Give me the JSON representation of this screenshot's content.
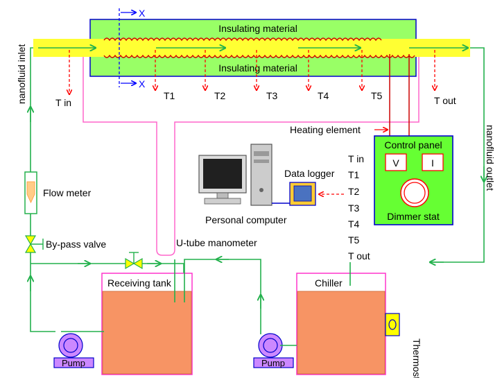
{
  "labels": {
    "insulating_top": "Insulating material",
    "insulating_bottom": "Insulating material",
    "section_marker_top": "X",
    "section_marker_bottom": "X",
    "nanofluid_inlet": "nanofluid  inlet",
    "nanofluid_outlet": "nanofluid  outlet",
    "t_in": "T in",
    "t1": "T1",
    "t2": "T2",
    "t3": "T3",
    "t4": "T4",
    "t5": "T5",
    "t_out": "T out",
    "heating_element": "Heating element",
    "control_panel": "Control panel",
    "voltmeter": "V",
    "ammeter": "I",
    "dimmer_stat": "Dimmer stat",
    "data_logger": "Data logger",
    "personal_computer": "Personal computer",
    "flow_meter": "Flow meter",
    "bypass_valve": "By-pass valve",
    "u_tube_manometer": "U-tube manometer",
    "receiving_tank": "Receiving tank",
    "chiller": "Chiller",
    "thermostat": "Thermostat",
    "pump_left": "Pump",
    "pump_right": "Pump"
  },
  "logger_channels": [
    "T in",
    "T1",
    "T2",
    "T3",
    "T4",
    "T5",
    "T out"
  ],
  "colors": {
    "insulation_fill": "#99ff66",
    "insulation_border": "#0000cc",
    "tube": "#ffff33",
    "flow_line": "#22b14c",
    "heater_coil": "#cc0000",
    "thermocouple": "#ff0000",
    "manometer": "#ff66cc",
    "panel_fill": "#66ff33",
    "panel_border": "#0000cc",
    "tank_fluid": "#f79464",
    "tank_border": "#ff33cc",
    "pump_fill": "#cc88ff",
    "thermostat_fill": "#ffff00"
  }
}
